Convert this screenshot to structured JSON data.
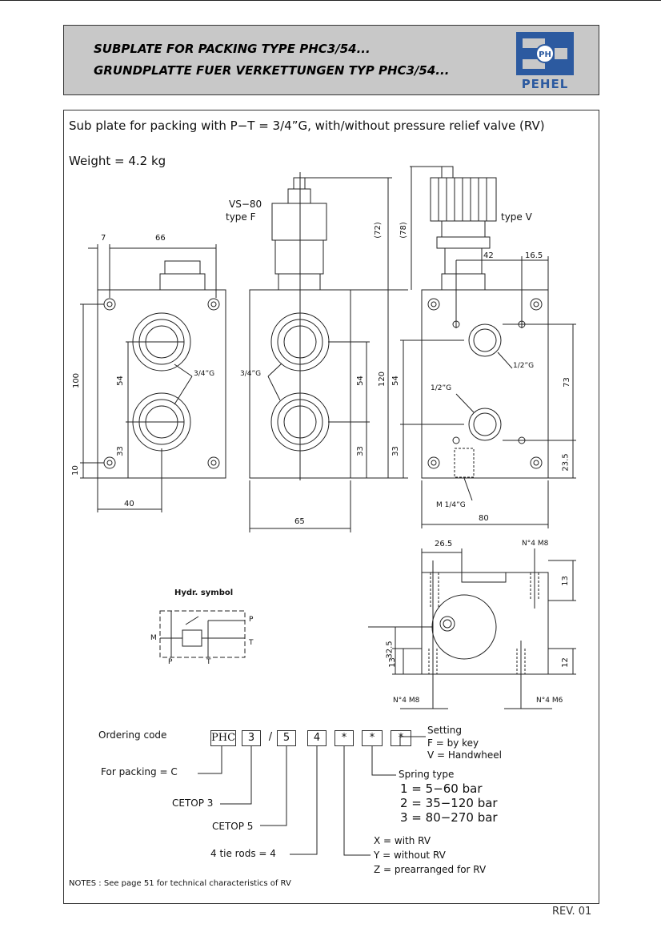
{
  "header": {
    "title_en": "SUBPLATE FOR PACKING TYPE PHC3/54...",
    "title_de": "GRUNDPLATTE FUER VERKETTUNGEN TYP PHC3/54...",
    "logo_initials": "PH",
    "logo_name": "PEHEL"
  },
  "description": "Sub plate for packing with P−T = 3/4”G, with/without pressure relief valve (RV)",
  "weight": "Weight = 4.2 kg",
  "valve_labels": {
    "vs80_line1": "VS−80",
    "vs80_line2": "type F",
    "type_v": "type V"
  },
  "dims": {
    "d7": "7",
    "d66": "66",
    "d100": "100",
    "d54": "54",
    "d33": "33",
    "d10": "10",
    "d40": "40",
    "d65": "65",
    "d120": "120",
    "d72": "(72)",
    "d78": "(78)",
    "d42": "42",
    "d16_5": "16.5",
    "d73": "73",
    "d23_5": "23.5",
    "d80": "80",
    "d26_5": "26.5",
    "d13": "13",
    "d32_5": "32.5",
    "d12": "12",
    "thread_g34": "3/4”G",
    "thread_g12": "1/2”G",
    "thread_m14": "M 1/4”G",
    "n4m8": "N°4 M8",
    "n4m6": "N°4 M6"
  },
  "hydr_symbol": {
    "title": "Hydr. symbol",
    "p": "P",
    "t": "T",
    "m": "M"
  },
  "ordering": {
    "title": "Ordering code",
    "boxes": [
      "PHC",
      "3",
      "/",
      "5",
      "4",
      "*",
      "*",
      "*"
    ],
    "setting_title": "Setting",
    "setting_f": "F = by key",
    "setting_v": "V = Handwheel",
    "spring_title": "Spring type",
    "spring_1": "1 = 5−60 bar",
    "spring_2": "2 = 35−120 bar",
    "spring_3": "3 = 80−270 bar",
    "rv_x": "X = with RV",
    "rv_y": "Y = without RV",
    "rv_z": "Z = prearranged for RV",
    "packing": "For packing = C",
    "cetop3": "CETOP 3",
    "cetop5": "CETOP 5",
    "tie_rods": "4 tie rods = 4"
  },
  "notes": "NOTES : See page 51 for technical characteristics of RV",
  "revision": "REV. 01"
}
